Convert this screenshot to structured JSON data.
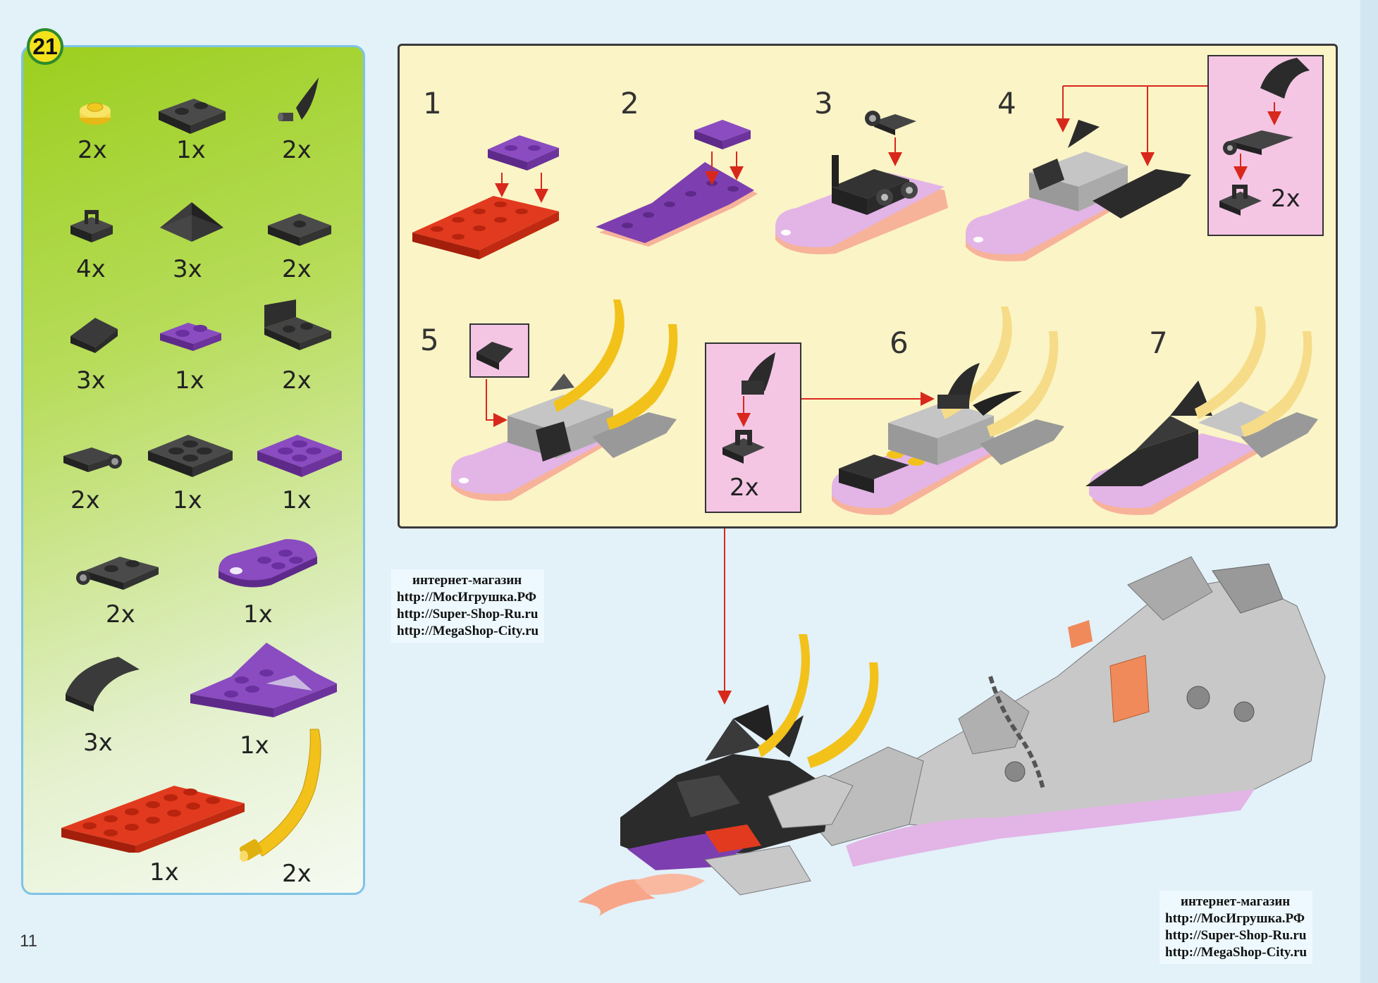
{
  "step_number": "21",
  "page_number": "11",
  "parts": [
    {
      "name": "yellow-round-plate",
      "qty": "2x"
    },
    {
      "name": "black-plate-1x2",
      "qty": "1x"
    },
    {
      "name": "black-claw",
      "qty": "2x"
    },
    {
      "name": "black-clip-plate",
      "qty": "4x"
    },
    {
      "name": "black-pyramid-slope",
      "qty": "3x"
    },
    {
      "name": "black-jumper-plate",
      "qty": "2x"
    },
    {
      "name": "black-slope-1x2",
      "qty": "3x"
    },
    {
      "name": "purple-plate-1x2",
      "qty": "1x"
    },
    {
      "name": "black-bracket",
      "qty": "2x"
    },
    {
      "name": "black-plate-with-clip",
      "qty": "2x"
    },
    {
      "name": "black-plate-2x2",
      "qty": "1x"
    },
    {
      "name": "purple-plate-2x2",
      "qty": "1x"
    },
    {
      "name": "black-plate-1x2-clips",
      "qty": "2x"
    },
    {
      "name": "purple-round-plate",
      "qty": "1x"
    },
    {
      "name": "black-curved-slope",
      "qty": "3x"
    },
    {
      "name": "purple-wedge-plate",
      "qty": "1x"
    },
    {
      "name": "red-plate-2x6",
      "qty": "1x"
    },
    {
      "name": "yellow-horn",
      "qty": "2x"
    }
  ],
  "steps": [
    "1",
    "2",
    "3",
    "4",
    "5",
    "6",
    "7"
  ],
  "callouts": [
    {
      "qty": "2x"
    },
    {
      "qty": "2x"
    }
  ],
  "shop_notes": [
    {
      "lines": [
        "интернет-магазин",
        "http://МосИгрушка.РФ",
        "http://Super-Shop-Ru.ru",
        "http://MegaShop-City.ru"
      ]
    },
    {
      "lines": [
        "интернет-магазин",
        "http://МосИгрушка.РФ",
        "http://Super-Shop-Ru.ru",
        "http://MegaShop-City.ru"
      ]
    }
  ],
  "colors": {
    "black_brick": "#2b2b2b",
    "purple_brick": "#7d3fb0",
    "red_brick": "#d63015",
    "yellow_brick": "#f2c21a",
    "light_purple": "#e2b5e6",
    "gray_brick": "#a9a9a9",
    "panel_bg": "#fbf4c6",
    "callout_bg": "#f4c6e4",
    "arrow": "#d8281c"
  }
}
